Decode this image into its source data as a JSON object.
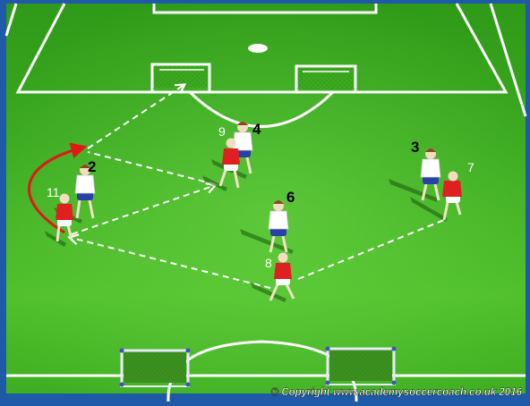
{
  "copyright": "© Copyright www.academysoccercoach.co.uk 2016",
  "players": {
    "white": [
      {
        "id": "white-2",
        "number": "2"
      },
      {
        "id": "white-4",
        "number": "4"
      },
      {
        "id": "white-6",
        "number": "6"
      },
      {
        "id": "white-3",
        "number": "3"
      }
    ],
    "red": [
      {
        "id": "red-11",
        "number": "11"
      },
      {
        "id": "red-9",
        "number": "9"
      },
      {
        "id": "red-8",
        "number": "8"
      },
      {
        "id": "red-7",
        "number": "7"
      }
    ]
  },
  "colors": {
    "grass_light": "#4fbf2a",
    "grass_dark": "#2f9a18",
    "frame": "#1e5aa8",
    "line": "#ffffff",
    "white_kit": "#ffffff",
    "white_shorts": "#2840a8",
    "red_kit": "#e02020",
    "red_shorts": "#ffffff",
    "run_arrow": "#e01818",
    "pass_arrow": "#ffffff"
  }
}
